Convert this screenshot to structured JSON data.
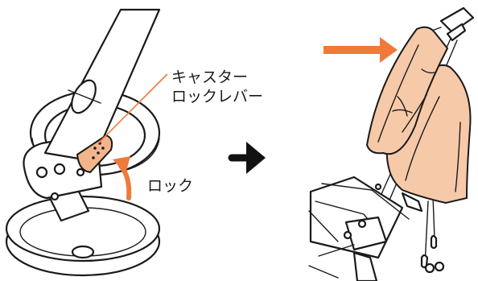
{
  "labels": {
    "caster_lever_line1": "キャスター",
    "caster_lever_line2": "ロックレバー",
    "lock": "ロック"
  },
  "colors": {
    "accent_orange": "#EE7B3B",
    "cover_fill": "#F6C9A8",
    "lever_fill": "#F3B48C",
    "outline": "#1A1A1A",
    "arrow_black": "#111111"
  },
  "icons": {
    "next_step": "right-arrow-icon",
    "lock_direction": "curved-arrow-icon",
    "push_direction": "orange-right-arrow-icon"
  }
}
